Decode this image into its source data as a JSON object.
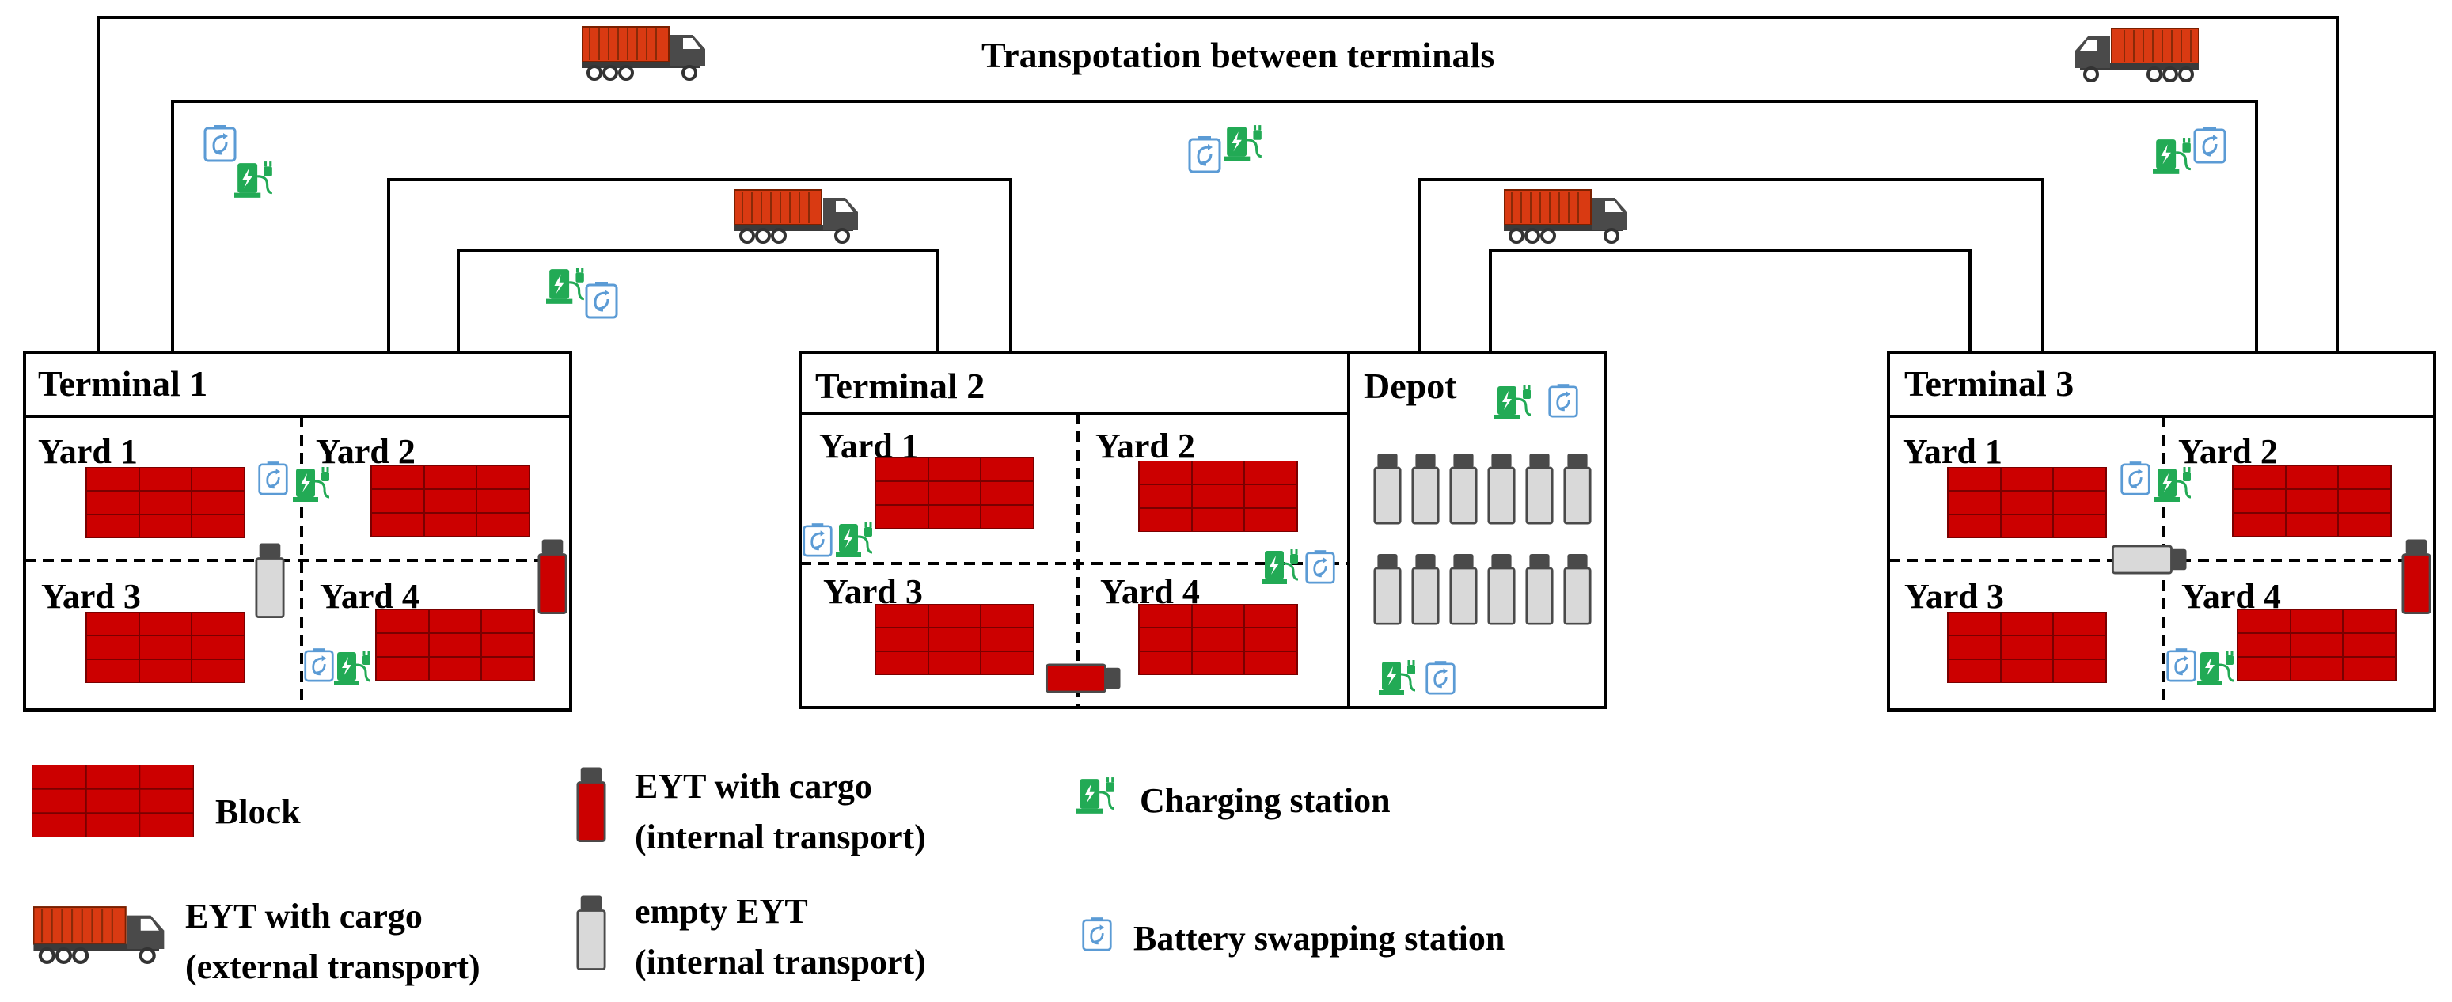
{
  "title": "Transpotation between terminals",
  "terminals": [
    {
      "name": "Terminal 1",
      "yards": [
        "Yard 1",
        "Yard 2",
        "Yard 3",
        "Yard 4"
      ]
    },
    {
      "name": "Terminal 2",
      "yards": [
        "Yard 1",
        "Yard 2",
        "Yard 3",
        "Yard 4"
      ]
    },
    {
      "name": "Terminal 3",
      "yards": [
        "Yard 1",
        "Yard 2",
        "Yard 3",
        "Yard 4"
      ]
    }
  ],
  "depot": {
    "name": "Depot"
  },
  "legend": {
    "block": "Block",
    "external_line1": "EYT with cargo",
    "external_line2": "(external transport)",
    "internal_cargo_line1": "EYT with cargo",
    "internal_cargo_line2": "(internal transport)",
    "empty_line1": "empty EYT",
    "empty_line2": "(internal transport)",
    "charging": "Charging station",
    "swapping": "Battery swapping station"
  },
  "colors": {
    "block": "#cc0000",
    "container": "#d93a12",
    "cab": "#4a4a4a",
    "empty_truck": "#d9d9d9",
    "charging": "#22aa55",
    "swapping": "#5b9bd5"
  }
}
